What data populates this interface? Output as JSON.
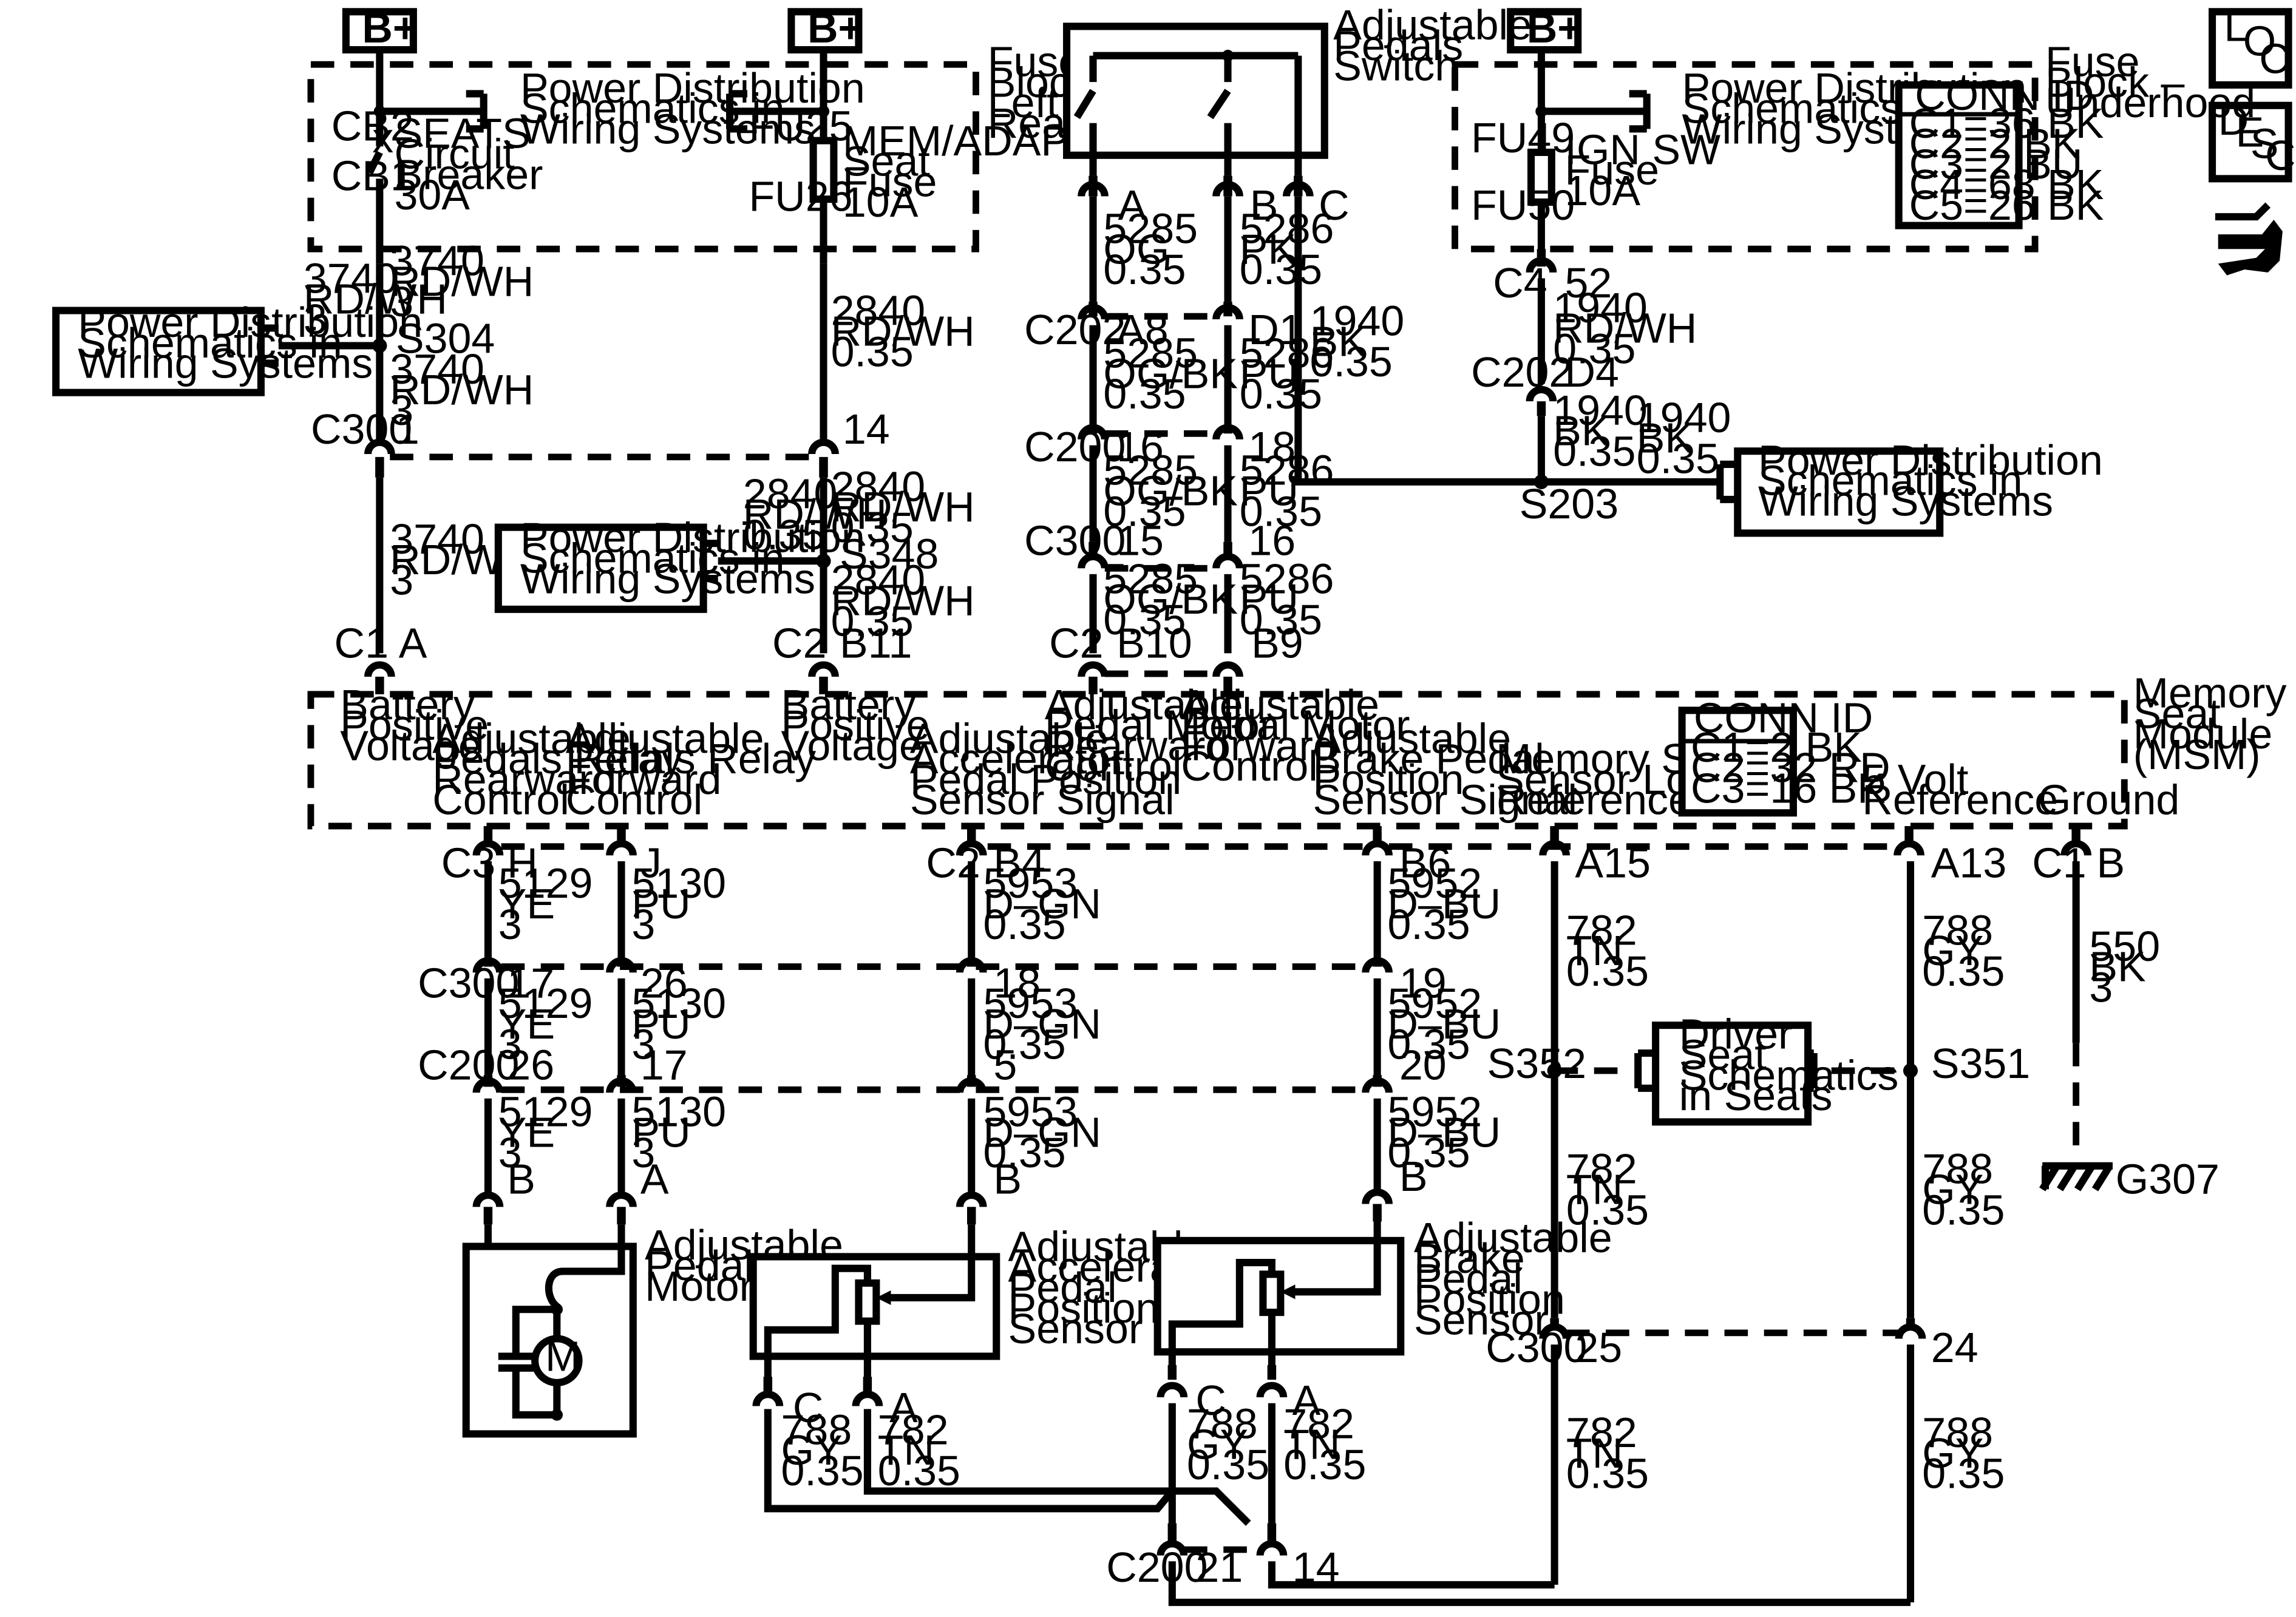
{
  "nav": {
    "loc": [
      "L",
      "O",
      "C"
    ],
    "desc": [
      "D",
      "E",
      "S",
      "C"
    ]
  },
  "bplus": "B+",
  "power": {
    "fuse_block_left": [
      "Fuse",
      "Block –",
      "Left",
      "Rear"
    ],
    "fuse_block_under": [
      "Fuse",
      "Block –",
      "Underhood"
    ],
    "pds": [
      "Power Distribution",
      "Schematics in",
      "Wiring Systems"
    ],
    "cb2": "CB2",
    "cb1": "CB1",
    "seats_cb": [
      "SEATS",
      "Circuit",
      "Breaker",
      "30A"
    ],
    "fu25": "FU25",
    "fu26": "FU26",
    "mem_fuse": [
      "MEM/ADAPT",
      "Seat",
      "Fuse",
      "10A"
    ],
    "fu49": "FU49",
    "fu50": "FU50",
    "ign_fuse": [
      "IGN SW",
      "Fuse",
      "10A"
    ],
    "conn_id_title": "CONN ID",
    "conn_id_rows": [
      "C1=36 BK",
      "C2=2 BK",
      "C3=2 BU",
      "C4=68 BK",
      "C5=26 BK"
    ]
  },
  "wires_top": {
    "w3740_a": [
      "3740",
      "RD/WH",
      "3"
    ],
    "w3740_b": [
      "3740",
      "RD/WH",
      "3"
    ],
    "w3740_c": [
      "3740",
      "RD/WH",
      "3"
    ],
    "w3740_d": [
      "3740",
      "RD/WH",
      "3"
    ],
    "s304": "S304",
    "c300": "C300",
    "c300_p1": "1",
    "c300_p14": "14",
    "w2840_a": [
      "2840",
      "RD/WH",
      "0.35"
    ],
    "w2840_b": [
      "2840",
      "RD/WH",
      "0.35"
    ],
    "w2840_c": [
      "2840",
      "RD/WH",
      "0.35"
    ],
    "w2840_d": [
      "2840",
      "RD/WH",
      "0.35"
    ],
    "s348": "S348",
    "c1": "C1",
    "c1_a": "A",
    "c2": "C2",
    "c2_b11": "B11"
  },
  "pedal_switch": {
    "label": [
      "Adjustable",
      "Pedals",
      "Switch"
    ],
    "a": "A",
    "b": "B",
    "c": "C",
    "w5285_a": [
      "5285",
      "OG",
      "0.35"
    ],
    "w5286_a": [
      "5286",
      "PK",
      "0.35"
    ],
    "c202": "C202",
    "a8": "A8",
    "d1": "D1",
    "w5285_b": [
      "5285",
      "OG/BK",
      "0.35"
    ],
    "w5286_b": [
      "5286",
      "PU",
      "0.35"
    ],
    "c200": "C200",
    "p16": "16",
    "p18": "18",
    "w5285_c": [
      "5285",
      "OG/BK",
      "0.35"
    ],
    "w5286_c": [
      "5286",
      "PU",
      "0.35"
    ],
    "c300": "C300",
    "p15": "15",
    "p16b": "16",
    "w5285_d": [
      "5285",
      "OG/BK",
      "0.35"
    ],
    "w5286_d": [
      "5286",
      "PU",
      "0.35"
    ],
    "c2": "C2",
    "b10": "B10",
    "b9": "B9",
    "w1940_a": [
      "1940",
      "BK",
      "0.35"
    ]
  },
  "ground_top": {
    "c4": "C4",
    "p52": "52",
    "w1940_b": [
      "1940",
      "RD/WH",
      "0.35"
    ],
    "c202": "C202",
    "d4": "D4",
    "w1940_c": [
      "1940",
      "BK",
      "0.35"
    ],
    "w1940_d": [
      "1940",
      "BK",
      "0.35"
    ],
    "s203": "S203"
  },
  "msm": {
    "title": [
      "Memory",
      "Seat",
      "Module",
      "(MSM)"
    ],
    "batt1": [
      "Battery",
      "Positive",
      "Voltage"
    ],
    "relay_rear": [
      "Adjustable",
      "Pedals Relay",
      "Rearward",
      "Control"
    ],
    "relay_fwd": [
      "Adjustable",
      "Pedals Relay",
      "Forward",
      "Control"
    ],
    "batt2": [
      "Battery",
      "Positive",
      "Voltage"
    ],
    "accel_sig": [
      "Adjustable",
      "Accelerator",
      "Pedal Position",
      "Sensor Signal"
    ],
    "motor_rear": [
      "Adjustable",
      "Pedal Motor",
      "Rearward",
      "Control"
    ],
    "motor_fwd": [
      "Adjustable",
      "Pedal Motor",
      "Forward",
      "Control"
    ],
    "brake_sig": [
      "Adjustable",
      "Brake Pedal",
      "Position",
      "Sensor Signal"
    ],
    "low_ref": [
      "Memory Seat",
      "Sensor Low",
      "Reference"
    ],
    "five_v": [
      "5 Volt",
      "Reference"
    ],
    "ground": "Ground",
    "conn_id_title": "CONN ID",
    "conn_id_rows": [
      "C1=2 BK",
      "C2=32 RD",
      "C3=16 BK"
    ]
  },
  "lower": {
    "c3": "C3",
    "h": "H",
    "j": "J",
    "c2": "C2",
    "b4": "B4",
    "b6": "B6",
    "a15": "A15",
    "a13": "A13",
    "c1": "C1",
    "b": "B",
    "w5129_a": [
      "5129",
      "YE",
      "3"
    ],
    "w5130_a": [
      "5130",
      "PU",
      "3"
    ],
    "w5953_a": [
      "5953",
      "D–GN",
      "0.35"
    ],
    "w5952_a": [
      "5952",
      "D–BU",
      "0.35"
    ],
    "w782_a": [
      "782",
      "TN",
      "0.35"
    ],
    "w788_a": [
      "788",
      "GY",
      "0.35"
    ],
    "w550": [
      "550",
      "BK",
      "3"
    ],
    "c300": "C300",
    "p17": "17",
    "p26": "26",
    "p18": "18",
    "p19": "19",
    "w5129_b": [
      "5129",
      "YE",
      "3"
    ],
    "w5130_b": [
      "5130",
      "PU",
      "3"
    ],
    "w5953_b": [
      "5953",
      "D–GN",
      "0.35"
    ],
    "w5952_b": [
      "5952",
      "D–BU",
      "0.35"
    ],
    "c200": "C200",
    "p26b": "26",
    "p17b": "17",
    "p5": "5",
    "p20": "20",
    "w5129_c": [
      "5129",
      "YE",
      "3"
    ],
    "w5130_c": [
      "5130",
      "PU",
      "3"
    ],
    "w5953_c": [
      "5953",
      "D–GN",
      "0.35"
    ],
    "w5952_c": [
      "5952",
      "D–BU",
      "0.35"
    ],
    "s352": "S352",
    "s351": "S351",
    "driver_seat": [
      "Driver",
      "Seat",
      "Schematics",
      "in Seats"
    ],
    "w782_b": [
      "782",
      "TN",
      "0.35"
    ],
    "w788_b": [
      "788",
      "GY",
      "0.35"
    ],
    "g307": "G307",
    "motor_b": "B",
    "motor_a": "A",
    "accel_b": "B",
    "brake_b": "B",
    "pedal_motor": [
      "Adjustable",
      "Pedal",
      "Motor"
    ],
    "motor_m": "M",
    "accel_sensor": [
      "Adjustable",
      "Accelerator",
      "Pedal",
      "Position",
      "Sensor"
    ],
    "brake_sensor": [
      "Adjustable",
      "Brake",
      "Pedal",
      "Position",
      "Sensor"
    ],
    "acc_c": "C",
    "acc_a": "A",
    "brk_c": "C",
    "brk_a": "A",
    "w788_acc": [
      "788",
      "GY",
      "0.35"
    ],
    "w782_acc": [
      "782",
      "TN",
      "0.35"
    ],
    "w788_brk": [
      "788",
      "GY",
      "0.35"
    ],
    "w782_brk": [
      "782",
      "TN",
      "0.35"
    ],
    "c300b": "C300",
    "p25": "25",
    "p24": "24",
    "w782_c": [
      "782",
      "TN",
      "0.35"
    ],
    "w788_c": [
      "788",
      "GY",
      "0.35"
    ],
    "c200b": "C200",
    "p21": "21",
    "p14": "14"
  }
}
